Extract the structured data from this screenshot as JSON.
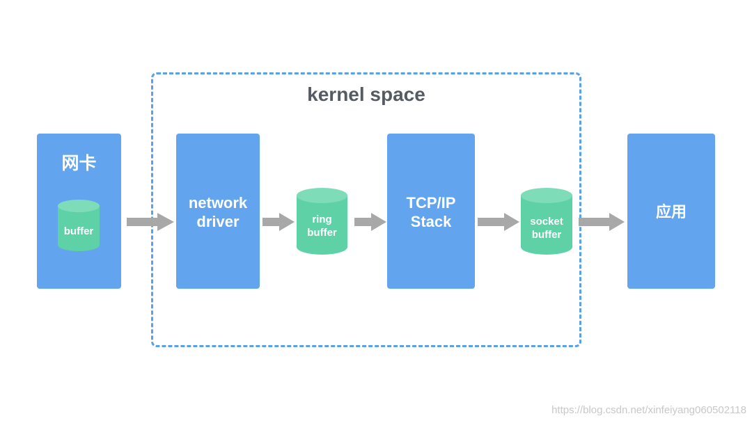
{
  "diagram": {
    "kernel_label": "kernel space",
    "nic": {
      "title": "网卡",
      "buffer_label": "buffer"
    },
    "network_driver": {
      "label": "network\ndriver"
    },
    "ring_buffer": {
      "label": "ring\nbuffer"
    },
    "tcpip_stack": {
      "label": "TCP/IP\nStack"
    },
    "socket_buffer": {
      "label": "socket\nbuffer"
    },
    "application": {
      "label": "应用"
    }
  },
  "watermark": "https://blog.csdn.net/xinfeiyang060502118",
  "colors": {
    "block": "#63a4ee",
    "cylinder": "#5fd1a7",
    "cylinder_top": "#7fdcb9",
    "arrow": "#a8a8a8",
    "dashed_border": "#5aa0e4",
    "title_text": "#555b63"
  }
}
